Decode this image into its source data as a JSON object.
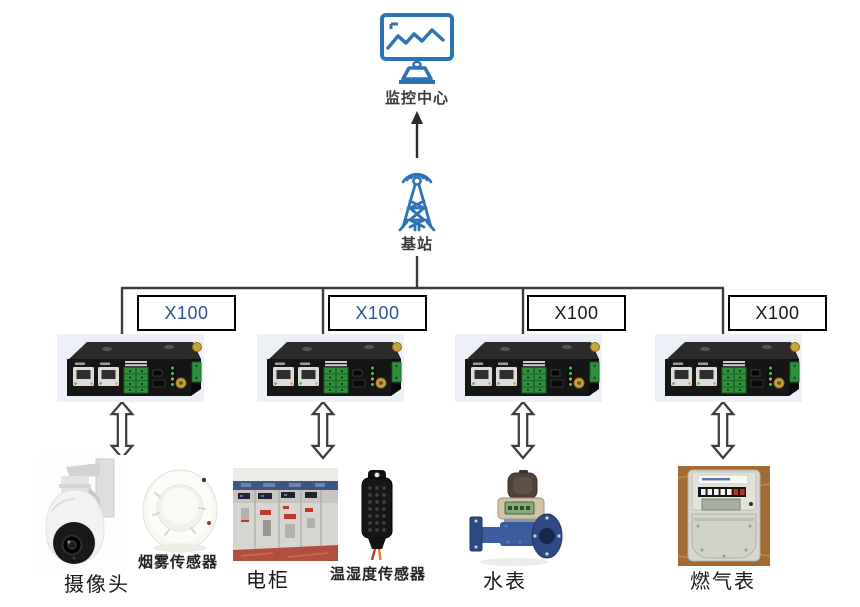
{
  "diagram": {
    "title_hint": "IoT network topology",
    "monitoring_center": {
      "label": "监控中心",
      "icon": "monitor-chart-icon"
    },
    "base_station": {
      "label": "基站",
      "icon": "cell-tower-icon"
    },
    "gateways": [
      {
        "model": "X100",
        "model_color": "#2F5496"
      },
      {
        "model": "X100",
        "model_color": "#2F5496"
      },
      {
        "model": "X100",
        "model_color": "#15181c"
      },
      {
        "model": "X100",
        "model_color": "#15181c"
      }
    ],
    "devices": [
      {
        "label": "摄像头",
        "icon": "ptz-camera-photo"
      },
      {
        "label": "烟雾传感器",
        "icon": "smoke-detector-photo"
      },
      {
        "label": "电柜",
        "icon": "electric-cabinet-photo"
      },
      {
        "label": "温湿度传感器",
        "icon": "temp-humidity-sensor-photo"
      },
      {
        "label": "水表",
        "icon": "water-meter-photo"
      },
      {
        "label": "燃气表",
        "icon": "gas-meter-photo"
      }
    ],
    "colors": {
      "icon_blue": "#2E74B5",
      "line_dark": "#3d3d3d",
      "router_bg": "#edf0f7"
    }
  }
}
